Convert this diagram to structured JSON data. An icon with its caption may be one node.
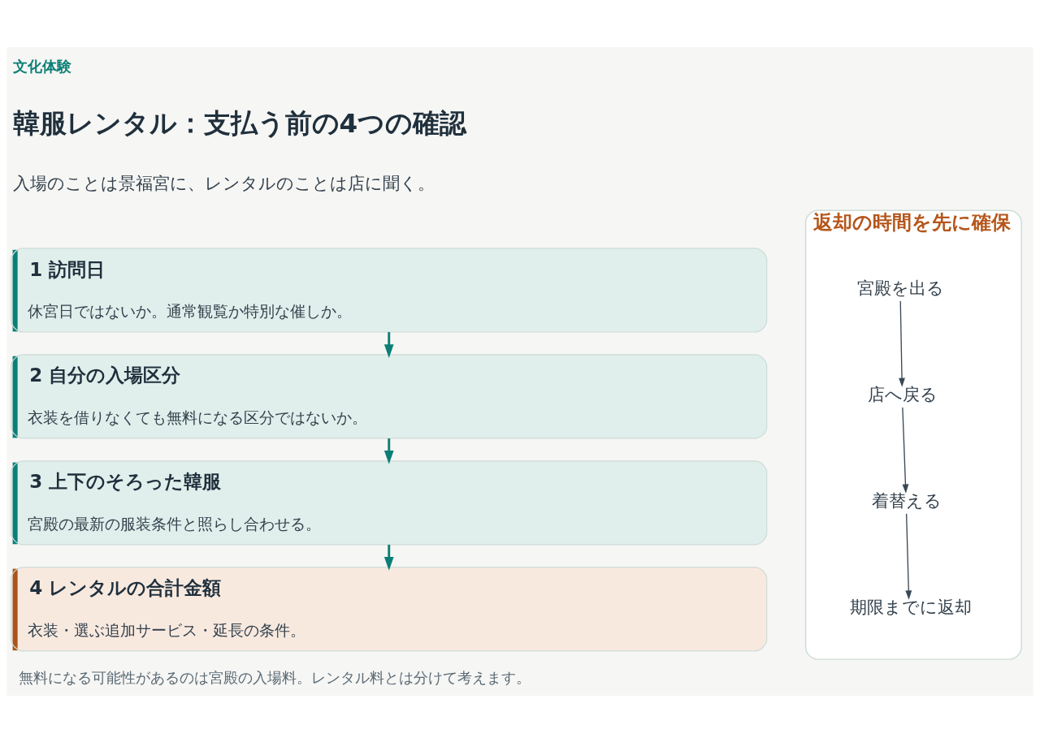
{
  "diagram": {
    "caption": "無料になる可能性があるのは宮殿の入場料。レンタル料とは分けて考えます。",
    "nodes": [
      {
        "text": [
          "1 訪問日",
          "休宮日ではないか。通常観覧か特別な催しか。"
        ]
      },
      {
        "text": [
          "2 自分の入場区分",
          "衣装を借りなくても無料になる区分ではないか。"
        ]
      },
      {
        "text": [
          "3 上下のそろった韓服",
          "宮殿の最新の服装条件と照らし合わせる。"
        ]
      },
      {
        "text": [
          "4 レンタルの合計金額",
          "衣装・選ぶ追加サービス・延長の条件。"
        ]
      },
      {
        "text": [
          "返却の時間を先に確保"
        ]
      },
      {
        "text": [
          "宮殿を出る"
        ],
        "in": 4
      },
      {
        "text": [
          "店へ戻る"
        ],
        "in": 4
      },
      {
        "text": [
          "着替える"
        ],
        "in": 4
      },
      {
        "text": [
          "期限までに返却"
        ],
        "in": 4
      }
    ],
    "edges": [
      {
        "from": 0,
        "to": 1,
        "arrow": "to",
        "color": "#0b7f76"
      },
      {
        "from": 1,
        "to": 2,
        "arrow": "to",
        "color": "#0b7f76"
      },
      {
        "from": 2,
        "to": 3,
        "arrow": "to",
        "color": "#0b7f76"
      },
      {
        "from": 5,
        "to": 6,
        "arrow": "to"
      },
      {
        "from": 6,
        "to": 7,
        "arrow": "to"
      },
      {
        "from": 7,
        "to": 8,
        "arrow": "to"
      }
    ],
    "labels": [
      "文化体験",
      "韓服レンタル：支払う前の4つの確認",
      "入場のことは景福宮に、レンタルのことは店に聞く。"
    ]
  }
}
